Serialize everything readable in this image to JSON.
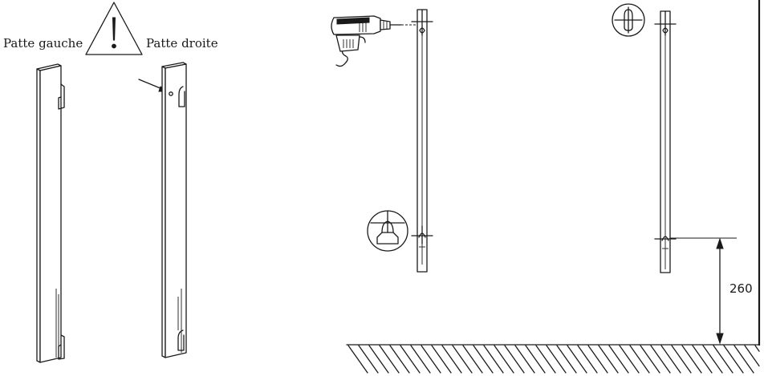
{
  "labels": {
    "left_bracket": "Patte gauche",
    "right_bracket": "Patte droite",
    "height_dimension": "260"
  },
  "icons": {
    "warning": "warning-triangle-icon",
    "drill": "electric-drill-icon",
    "keyhole_detail_top": "keyhole-slot-detail-icon",
    "keyhole_detail_bottom": "screw-head-detail-icon"
  },
  "colors": {
    "line": "#1a1a1a",
    "background": "#ffffff"
  }
}
